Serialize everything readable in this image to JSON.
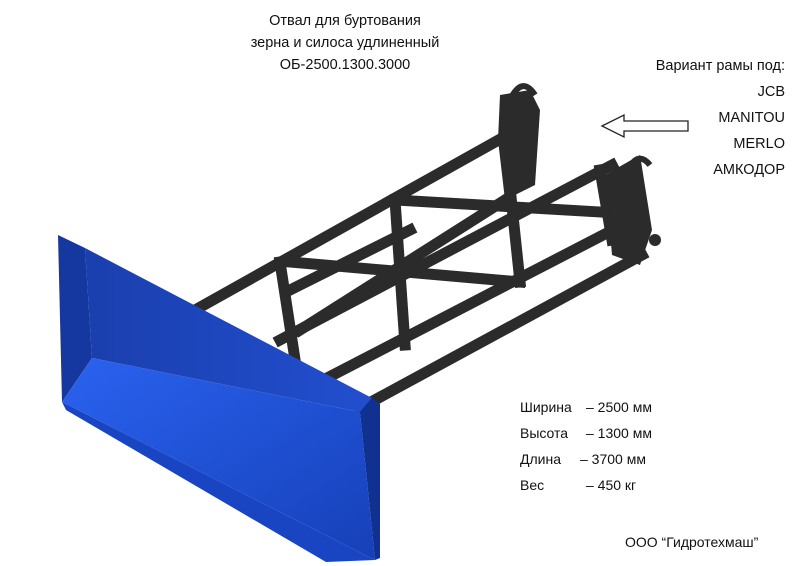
{
  "title": {
    "line1": "Отвал для буртования",
    "line2": "зерна и силоса удлиненный",
    "line3": "ОБ-2500.1300.3000"
  },
  "frame_variants": {
    "heading": "Вариант рамы под:",
    "items": [
      "JCB",
      "MANITOU",
      "MERLO",
      "АМКОДОР"
    ]
  },
  "specs": [
    {
      "label": "Ширина",
      "value": "– 2500 мм"
    },
    {
      "label": "Высота",
      "value": "– 1300 мм"
    },
    {
      "label": "Длина",
      "value": "– 3700 мм"
    },
    {
      "label": "Вес",
      "value": "– 450 кг"
    }
  ],
  "company": "ООО “Гидротехмаш”",
  "colors": {
    "blade": "#1f4fd6",
    "frame": "#2f2f2f"
  },
  "icons": {
    "arrow": "arrow-left-icon"
  }
}
